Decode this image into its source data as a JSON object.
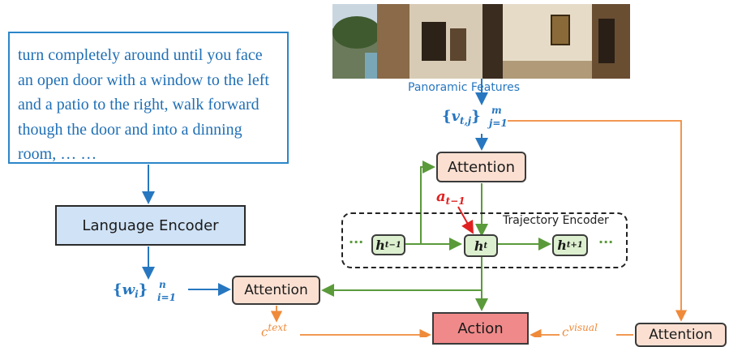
{
  "instruction": "turn completely around until you face an open door with a window to the left and a patio to the right, walk forward though the door and into a dinning room, … …",
  "language_encoder": "Language Encoder",
  "panoramic_features": "Panoramic  Features",
  "trajectory_encoder": "Trajectory Encoder",
  "attention_label": "Attention",
  "action_label": "Action",
  "ellipsis": "···",
  "math": {
    "v_var": "v",
    "v_sub": "t,j",
    "v_sup": "m",
    "v_lower": "j=1",
    "w_var": "w",
    "w_sub": "i",
    "w_sup": "n",
    "w_lower": "i=1",
    "a_var": "a",
    "a_sub": "t−1",
    "h_prev_sub": "t−1",
    "h_cur_sub": "t",
    "h_next_sub": "t+1",
    "h_var": "h",
    "text_sup": "text",
    "visual_sup": "visual"
  },
  "colors": {
    "blue": "#2777c0",
    "green": "#5a9a3a",
    "orange": "#ef8a3a",
    "red": "#e02020"
  }
}
